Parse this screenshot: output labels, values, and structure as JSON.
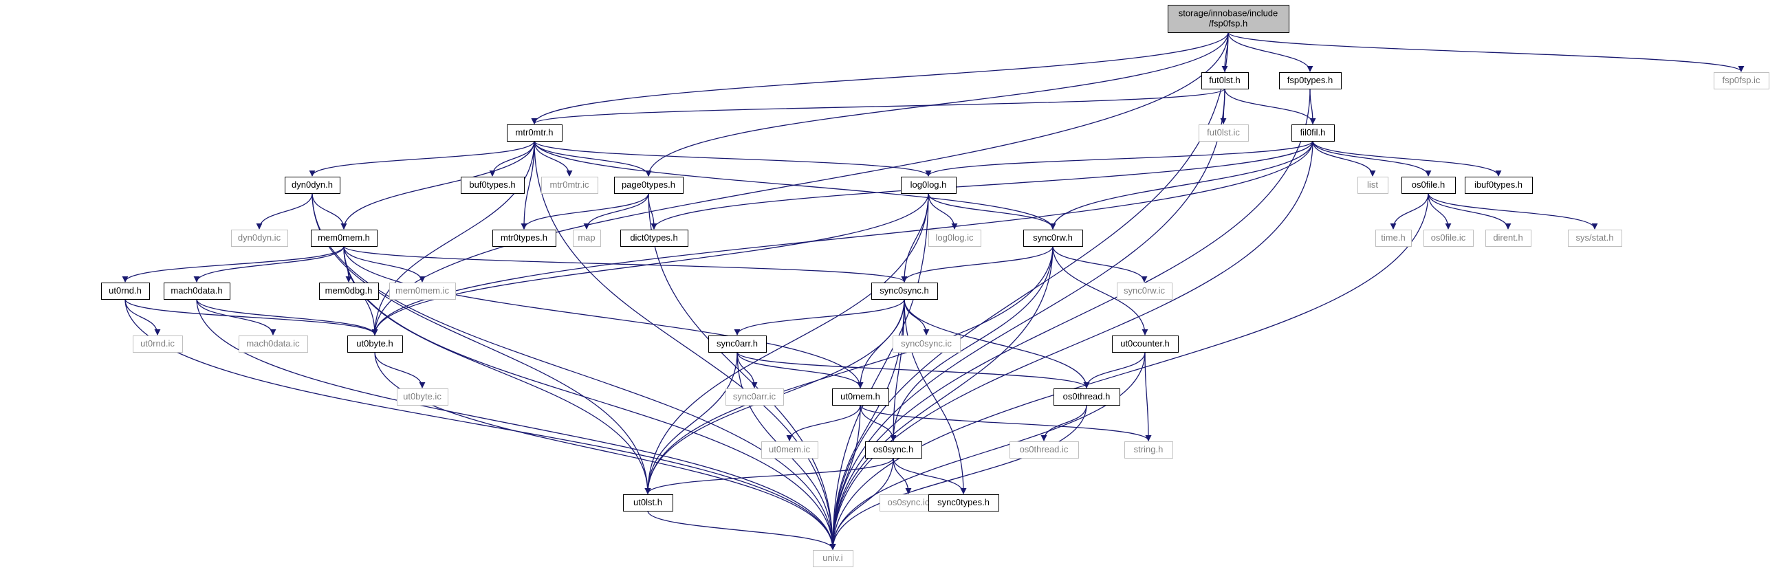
{
  "colors": {
    "edge": "#191970",
    "root_fill": "#bfbfbf",
    "node_border_documented": "#000000",
    "node_border_undocumented": "#bfbfbf",
    "text_documented": "#000000",
    "text_undocumented": "#808080",
    "background": "#ffffff"
  },
  "nodes": [
    {
      "id": "fsp0fsp_h",
      "label": "storage/innobase/include\n/fsp0fsp.h",
      "kind": "root"
    },
    {
      "id": "fut0lst_h",
      "label": "fut0lst.h",
      "kind": "doc"
    },
    {
      "id": "fsp0types_h",
      "label": "fsp0types.h",
      "kind": "doc"
    },
    {
      "id": "fsp0fsp_ic",
      "label": "fsp0fsp.ic",
      "kind": "ext"
    },
    {
      "id": "mtr0mtr_h",
      "label": "mtr0mtr.h",
      "kind": "doc"
    },
    {
      "id": "fut0lst_ic",
      "label": "fut0lst.ic",
      "kind": "ext"
    },
    {
      "id": "fil0fil_h",
      "label": "fil0fil.h",
      "kind": "doc"
    },
    {
      "id": "dyn0dyn_h",
      "label": "dyn0dyn.h",
      "kind": "doc"
    },
    {
      "id": "buf0types_h",
      "label": "buf0types.h",
      "kind": "doc"
    },
    {
      "id": "mtr0mtr_ic",
      "label": "mtr0mtr.ic",
      "kind": "ext"
    },
    {
      "id": "page0types_h",
      "label": "page0types.h",
      "kind": "doc"
    },
    {
      "id": "log0log_h",
      "label": "log0log.h",
      "kind": "doc"
    },
    {
      "id": "list",
      "label": "list",
      "kind": "ext"
    },
    {
      "id": "os0file_h",
      "label": "os0file.h",
      "kind": "doc"
    },
    {
      "id": "ibuf0types_h",
      "label": "ibuf0types.h",
      "kind": "doc"
    },
    {
      "id": "dyn0dyn_ic",
      "label": "dyn0dyn.ic",
      "kind": "ext"
    },
    {
      "id": "mem0mem_h",
      "label": "mem0mem.h",
      "kind": "doc"
    },
    {
      "id": "mtr0types_h",
      "label": "mtr0types.h",
      "kind": "doc"
    },
    {
      "id": "map",
      "label": "map",
      "kind": "ext"
    },
    {
      "id": "dict0types_h",
      "label": "dict0types.h",
      "kind": "doc"
    },
    {
      "id": "log0log_ic",
      "label": "log0log.ic",
      "kind": "ext"
    },
    {
      "id": "sync0rw_h",
      "label": "sync0rw.h",
      "kind": "doc"
    },
    {
      "id": "time_h",
      "label": "time.h",
      "kind": "ext"
    },
    {
      "id": "os0file_ic",
      "label": "os0file.ic",
      "kind": "ext"
    },
    {
      "id": "dirent_h",
      "label": "dirent.h",
      "kind": "ext"
    },
    {
      "id": "sys_stat_h",
      "label": "sys/stat.h",
      "kind": "ext"
    },
    {
      "id": "ut0rnd_h",
      "label": "ut0rnd.h",
      "kind": "doc"
    },
    {
      "id": "mach0data_h",
      "label": "mach0data.h",
      "kind": "doc"
    },
    {
      "id": "mem0dbg_h",
      "label": "mem0dbg.h",
      "kind": "doc"
    },
    {
      "id": "mem0mem_ic",
      "label": "mem0mem.ic",
      "kind": "ext"
    },
    {
      "id": "sync0sync_h",
      "label": "sync0sync.h",
      "kind": "doc"
    },
    {
      "id": "sync0rw_ic",
      "label": "sync0rw.ic",
      "kind": "ext"
    },
    {
      "id": "ut0byte_h",
      "label": "ut0byte.h",
      "kind": "doc"
    },
    {
      "id": "ut0rnd_ic",
      "label": "ut0rnd.ic",
      "kind": "ext"
    },
    {
      "id": "mach0data_ic",
      "label": "mach0data.ic",
      "kind": "ext"
    },
    {
      "id": "sync0arr_h",
      "label": "sync0arr.h",
      "kind": "doc"
    },
    {
      "id": "sync0sync_ic",
      "label": "sync0sync.ic",
      "kind": "ext"
    },
    {
      "id": "ut0counter_h",
      "label": "ut0counter.h",
      "kind": "doc"
    },
    {
      "id": "ut0byte_ic",
      "label": "ut0byte.ic",
      "kind": "ext"
    },
    {
      "id": "sync0arr_ic",
      "label": "sync0arr.ic",
      "kind": "ext"
    },
    {
      "id": "ut0mem_h",
      "label": "ut0mem.h",
      "kind": "doc"
    },
    {
      "id": "os0thread_h",
      "label": "os0thread.h",
      "kind": "doc"
    },
    {
      "id": "ut0mem_ic",
      "label": "ut0mem.ic",
      "kind": "ext"
    },
    {
      "id": "os0sync_h",
      "label": "os0sync.h",
      "kind": "doc"
    },
    {
      "id": "os0thread_ic",
      "label": "os0thread.ic",
      "kind": "ext"
    },
    {
      "id": "string_h",
      "label": "string.h",
      "kind": "ext"
    },
    {
      "id": "os0sync_ic",
      "label": "os0sync.ic",
      "kind": "ext"
    },
    {
      "id": "sync0types_h",
      "label": "sync0types.h",
      "kind": "doc"
    },
    {
      "id": "ut0lst_h",
      "label": "ut0lst.h",
      "kind": "doc"
    },
    {
      "id": "univ_i",
      "label": "univ.i",
      "kind": "ext"
    }
  ],
  "edges": [
    [
      "fsp0fsp_h",
      "fut0lst_h"
    ],
    [
      "fsp0fsp_h",
      "fsp0types_h"
    ],
    [
      "fsp0fsp_h",
      "fsp0fsp_ic"
    ],
    [
      "fsp0fsp_h",
      "mtr0mtr_h"
    ],
    [
      "fsp0fsp_h",
      "page0types_h"
    ],
    [
      "fsp0fsp_h",
      "ut0byte_h"
    ],
    [
      "fsp0fsp_h",
      "univ_i"
    ],
    [
      "fut0lst_h",
      "mtr0mtr_h"
    ],
    [
      "fut0lst_h",
      "fut0lst_ic"
    ],
    [
      "fut0lst_h",
      "fil0fil_h"
    ],
    [
      "fut0lst_h",
      "univ_i"
    ],
    [
      "fsp0types_h",
      "fil0fil_h"
    ],
    [
      "fsp0types_h",
      "univ_i"
    ],
    [
      "mtr0mtr_h",
      "dyn0dyn_h"
    ],
    [
      "mtr0mtr_h",
      "mem0mem_h"
    ],
    [
      "mtr0mtr_h",
      "buf0types_h"
    ],
    [
      "mtr0mtr_h",
      "mtr0mtr_ic"
    ],
    [
      "mtr0mtr_h",
      "page0types_h"
    ],
    [
      "mtr0mtr_h",
      "log0log_h"
    ],
    [
      "mtr0mtr_h",
      "sync0rw_h"
    ],
    [
      "mtr0mtr_h",
      "mtr0types_h"
    ],
    [
      "mtr0mtr_h",
      "ut0byte_h"
    ],
    [
      "mtr0mtr_h",
      "univ_i"
    ],
    [
      "fil0fil_h",
      "log0log_h"
    ],
    [
      "fil0fil_h",
      "list"
    ],
    [
      "fil0fil_h",
      "os0file_h"
    ],
    [
      "fil0fil_h",
      "ibuf0types_h"
    ],
    [
      "fil0fil_h",
      "dict0types_h"
    ],
    [
      "fil0fil_h",
      "sync0rw_h"
    ],
    [
      "fil0fil_h",
      "ut0byte_h"
    ],
    [
      "fil0fil_h",
      "univ_i"
    ],
    [
      "dyn0dyn_h",
      "mem0mem_h"
    ],
    [
      "dyn0dyn_h",
      "dyn0dyn_ic"
    ],
    [
      "dyn0dyn_h",
      "ut0lst_h"
    ],
    [
      "dyn0dyn_h",
      "univ_i"
    ],
    [
      "page0types_h",
      "mtr0types_h"
    ],
    [
      "page0types_h",
      "map"
    ],
    [
      "page0types_h",
      "dict0types_h"
    ],
    [
      "page0types_h",
      "univ_i"
    ],
    [
      "log0log_h",
      "log0log_ic"
    ],
    [
      "log0log_h",
      "sync0rw_h"
    ],
    [
      "log0log_h",
      "sync0sync_h"
    ],
    [
      "log0log_h",
      "ut0byte_h"
    ],
    [
      "log0log_h",
      "ut0lst_h"
    ],
    [
      "log0log_h",
      "univ_i"
    ],
    [
      "os0file_h",
      "time_h"
    ],
    [
      "os0file_h",
      "os0file_ic"
    ],
    [
      "os0file_h",
      "dirent_h"
    ],
    [
      "os0file_h",
      "sys_stat_h"
    ],
    [
      "os0file_h",
      "univ_i"
    ],
    [
      "mem0mem_h",
      "ut0rnd_h"
    ],
    [
      "mem0mem_h",
      "mach0data_h"
    ],
    [
      "mem0mem_h",
      "mem0dbg_h"
    ],
    [
      "mem0mem_h",
      "mem0mem_ic"
    ],
    [
      "mem0mem_h",
      "sync0sync_h"
    ],
    [
      "mem0mem_h",
      "ut0byte_h"
    ],
    [
      "mem0mem_h",
      "ut0mem_h"
    ],
    [
      "mem0mem_h",
      "ut0lst_h"
    ],
    [
      "mem0mem_h",
      "univ_i"
    ],
    [
      "sync0rw_h",
      "sync0rw_ic"
    ],
    [
      "sync0rw_h",
      "sync0sync_h"
    ],
    [
      "sync0rw_h",
      "ut0counter_h"
    ],
    [
      "sync0rw_h",
      "os0sync_h"
    ],
    [
      "sync0rw_h",
      "ut0lst_h"
    ],
    [
      "sync0rw_h",
      "univ_i"
    ],
    [
      "ut0rnd_h",
      "ut0byte_h"
    ],
    [
      "ut0rnd_h",
      "ut0rnd_ic"
    ],
    [
      "ut0rnd_h",
      "univ_i"
    ],
    [
      "mach0data_h",
      "mach0data_ic"
    ],
    [
      "mach0data_h",
      "ut0byte_h"
    ],
    [
      "mach0data_h",
      "univ_i"
    ],
    [
      "sync0sync_h",
      "sync0sync_ic"
    ],
    [
      "sync0sync_h",
      "sync0arr_h"
    ],
    [
      "sync0sync_h",
      "ut0mem_h"
    ],
    [
      "sync0sync_h",
      "os0thread_h"
    ],
    [
      "sync0sync_h",
      "os0sync_h"
    ],
    [
      "sync0sync_h",
      "sync0types_h"
    ],
    [
      "sync0sync_h",
      "ut0lst_h"
    ],
    [
      "sync0sync_h",
      "univ_i"
    ],
    [
      "ut0byte_h",
      "ut0byte_ic"
    ],
    [
      "ut0byte_h",
      "univ_i"
    ],
    [
      "sync0arr_h",
      "sync0arr_ic"
    ],
    [
      "sync0arr_h",
      "ut0mem_h"
    ],
    [
      "sync0arr_h",
      "os0thread_h"
    ],
    [
      "sync0arr_h",
      "ut0lst_h"
    ],
    [
      "sync0arr_h",
      "univ_i"
    ],
    [
      "ut0counter_h",
      "os0thread_h"
    ],
    [
      "ut0counter_h",
      "string_h"
    ],
    [
      "ut0counter_h",
      "univ_i"
    ],
    [
      "ut0mem_h",
      "ut0mem_ic"
    ],
    [
      "ut0mem_h",
      "os0sync_h"
    ],
    [
      "ut0mem_h",
      "string_h"
    ],
    [
      "ut0mem_h",
      "univ_i"
    ],
    [
      "os0thread_h",
      "os0thread_ic"
    ],
    [
      "os0thread_h",
      "univ_i"
    ],
    [
      "os0sync_h",
      "os0sync_ic"
    ],
    [
      "os0sync_h",
      "sync0types_h"
    ],
    [
      "os0sync_h",
      "ut0lst_h"
    ],
    [
      "os0sync_h",
      "univ_i"
    ],
    [
      "ut0lst_h",
      "univ_i"
    ]
  ]
}
